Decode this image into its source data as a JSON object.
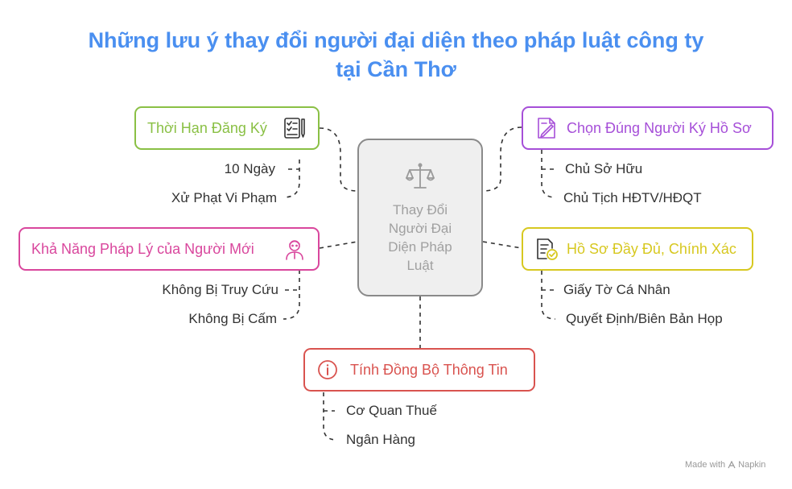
{
  "title": {
    "line1": "Những lưu ý thay đổi người đại diện theo pháp luật công ty",
    "line2": "tại Cần Thơ"
  },
  "center": {
    "label": "Thay Đổi Người Đại Diện Pháp Luật",
    "icon": "scales-icon"
  },
  "branches": {
    "deadline": {
      "label": "Thời Hạn Đăng Ký",
      "color": "#8ac045",
      "icon": "checklist-pen-icon",
      "items": [
        "10 Ngày",
        "Xử Phạt Vi Phạm"
      ]
    },
    "capacity": {
      "label": "Khả Năng Pháp Lý của Người Mới",
      "color": "#d9479d",
      "icon": "person-icon",
      "items": [
        "Không Bị Truy Cứu",
        "Không Bị Cấm"
      ]
    },
    "signer": {
      "label": "Chọn Đúng Người Ký Hồ Sơ",
      "color": "#a64fd8",
      "icon": "document-pen-icon",
      "items": [
        "Chủ Sở Hữu",
        "Chủ Tịch HĐTV/HĐQT"
      ]
    },
    "dossier": {
      "label": "Hồ Sơ Đầy Đủ, Chính Xác",
      "color": "#d7c820",
      "icon": "document-check-icon",
      "items": [
        "Giấy Tờ Cá Nhân",
        "Quyết Định/Biên Bản Họp"
      ]
    },
    "sync": {
      "label": "Tính Đồng Bộ Thông Tin",
      "color": "#d9534f",
      "icon": "info-icon",
      "items": [
        "Cơ Quan Thuế",
        "Ngân Hàng"
      ]
    }
  },
  "footer": {
    "text": "Made with",
    "brand": "Napkin"
  }
}
